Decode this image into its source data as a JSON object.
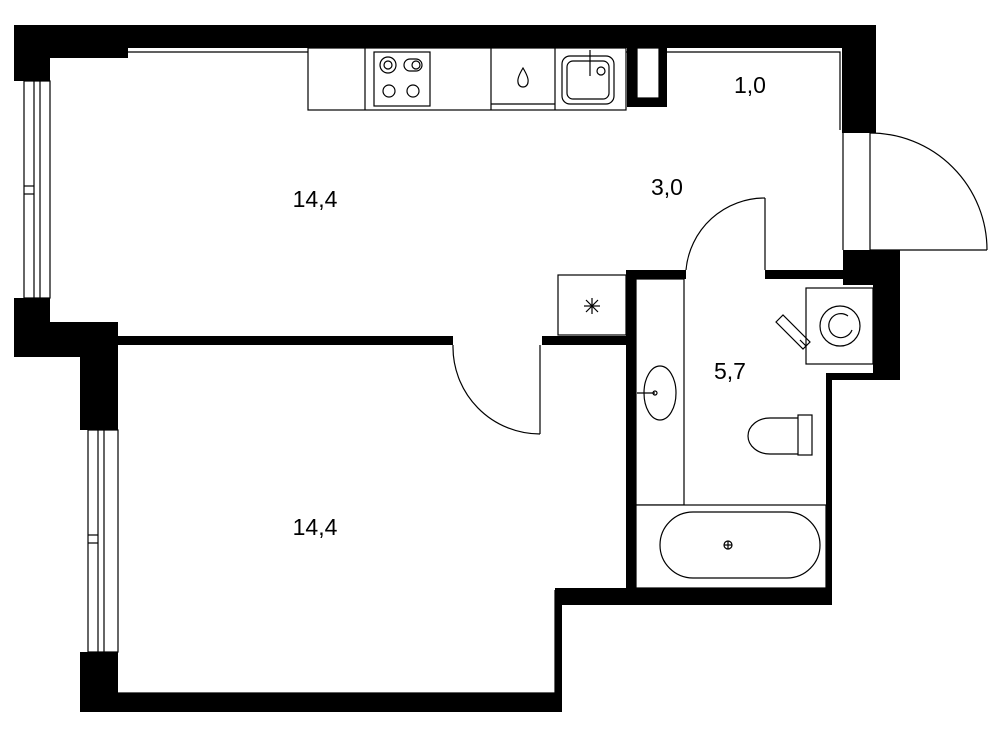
{
  "plan": {
    "rooms": [
      {
        "id": "kitchen-living",
        "area": "14,4"
      },
      {
        "id": "bedroom",
        "area": "14,4"
      },
      {
        "id": "hallway",
        "area": "3,0"
      },
      {
        "id": "closet",
        "area": "1,0"
      },
      {
        "id": "bathroom",
        "area": "5,7"
      }
    ],
    "colors": {
      "wall": "#000000",
      "background": "#ffffff",
      "line": "#000000"
    }
  }
}
